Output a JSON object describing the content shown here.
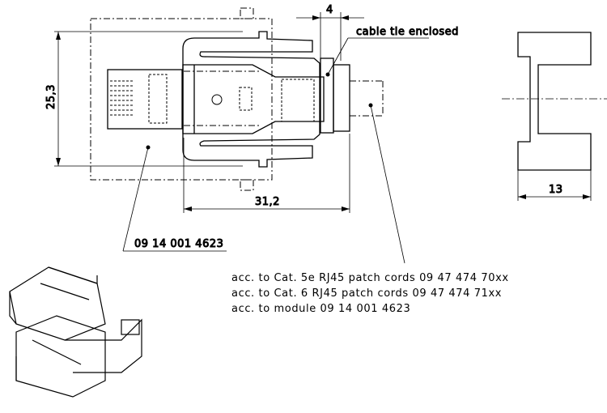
{
  "dimensions": {
    "cable_tie_width": "4",
    "height": "25,3",
    "length": "31,2",
    "side_width": "13"
  },
  "labels": {
    "cable_tie": "cable tie enclosed",
    "module_part_number": "09 14 001 4623"
  },
  "notes": [
    "acc. to Cat. 5e RJ45 patch cords 09 47 474 70xx",
    "acc. to Cat. 6 RJ45 patch cords 09 47 474 71xx",
    "acc. to module 09 14 001 4623"
  ]
}
